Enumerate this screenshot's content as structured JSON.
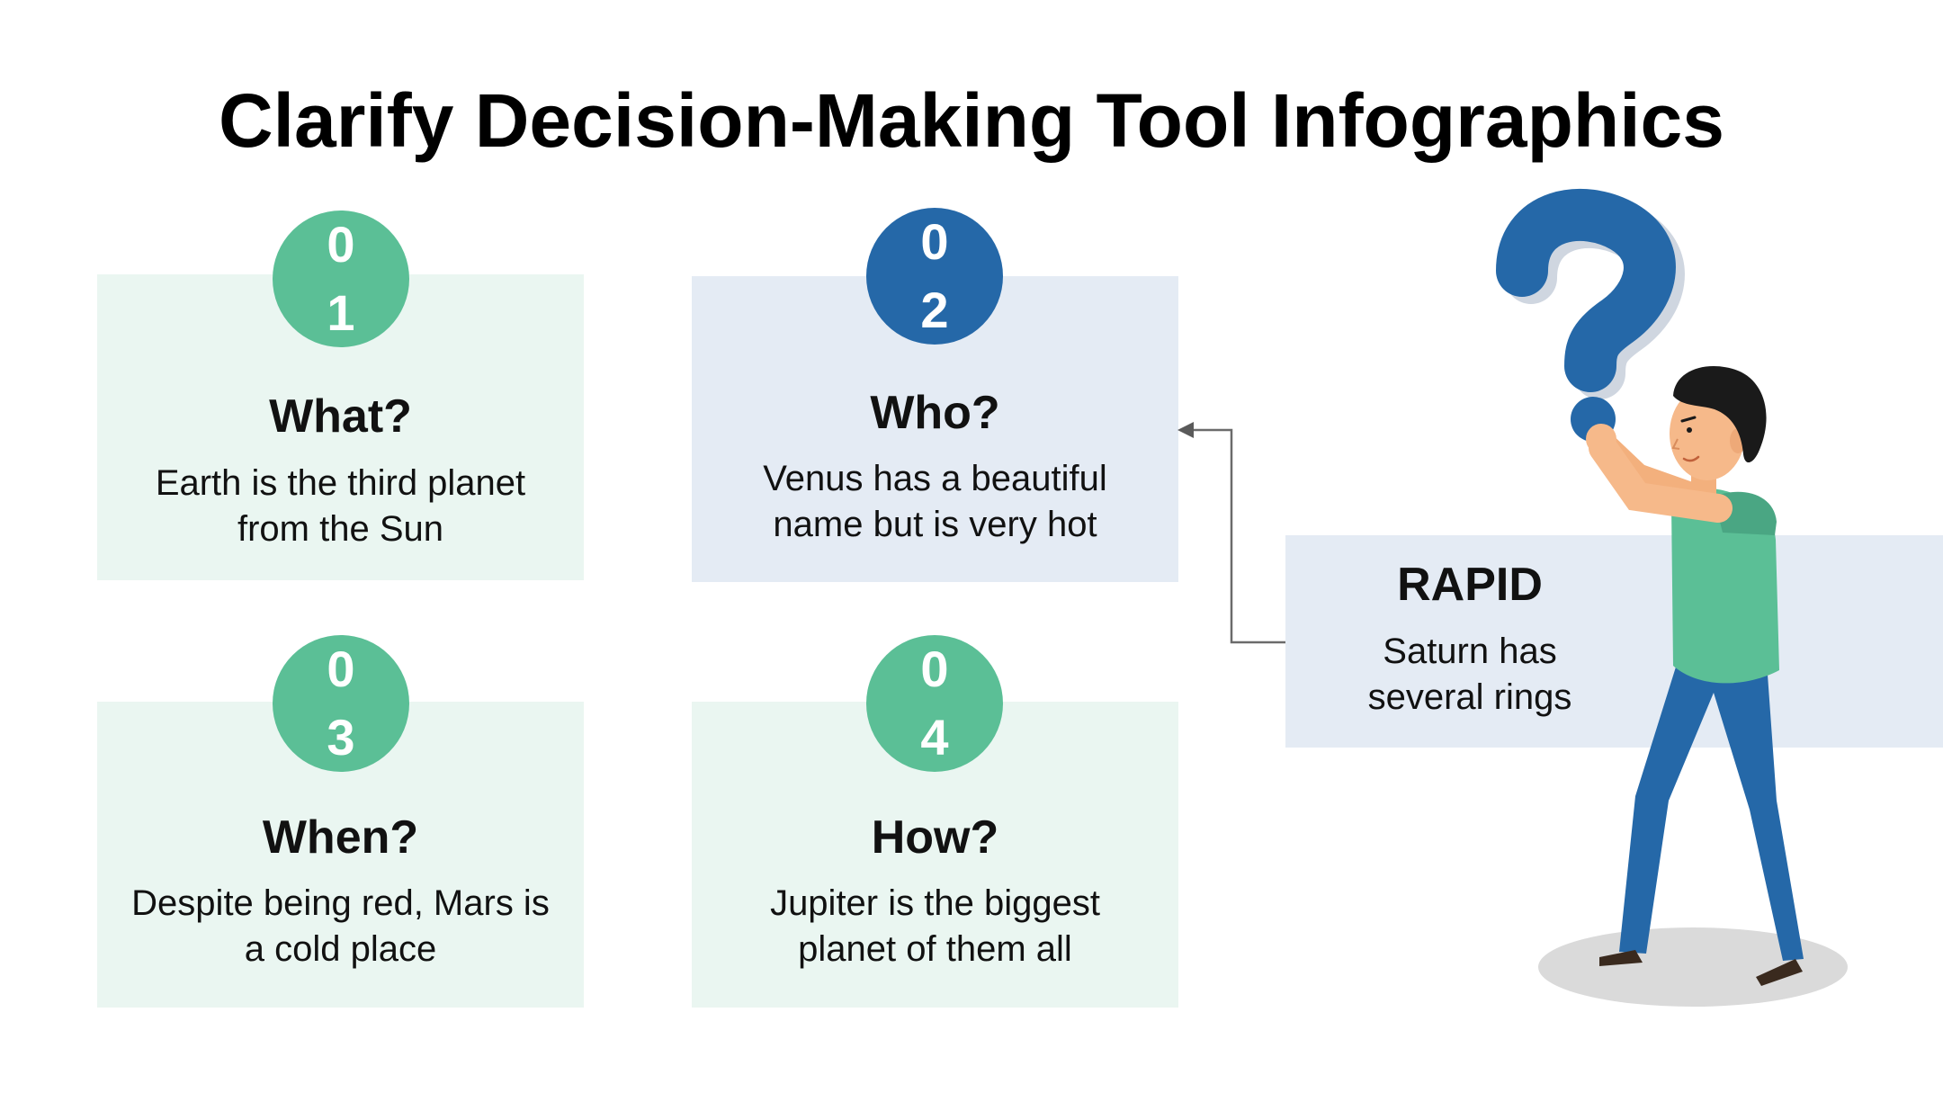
{
  "title": "Clarify Decision-Making Tool Infographics",
  "cards": [
    {
      "number_top": "0",
      "number_bottom": "1",
      "heading": "What?",
      "text_line1": "Earth is the third planet",
      "text_line2": "from the Sun"
    },
    {
      "number_top": "0",
      "number_bottom": "2",
      "heading": "Who?",
      "text_line1": "Venus has a beautiful",
      "text_line2": "name but is very hot"
    },
    {
      "number_top": "0",
      "number_bottom": "3",
      "heading": "When?",
      "text_line1": "Despite being red, Mars is",
      "text_line2": "a cold place"
    },
    {
      "number_top": "0",
      "number_bottom": "4",
      "heading": "How?",
      "text_line1": "Jupiter is the biggest",
      "text_line2": "planet of them all"
    }
  ],
  "rapid": {
    "heading": "RAPID",
    "text_line1": "Saturn has",
    "text_line2": "several rings"
  },
  "colors": {
    "green": "#5bbf96",
    "blue": "#2568a8",
    "card_green_bg": "#eaf6f1",
    "card_blue_bg": "#e4ebf4"
  },
  "icons": {
    "illustration": "person-holding-question-mark-illustration",
    "connector": "arrow-connector-icon"
  }
}
